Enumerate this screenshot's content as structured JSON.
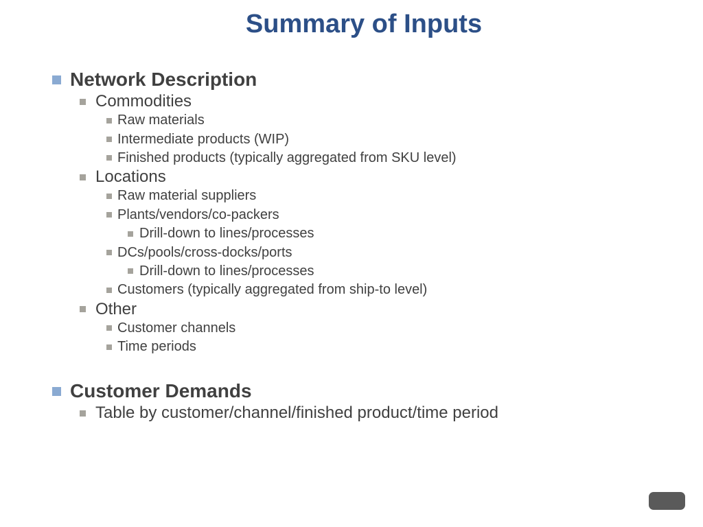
{
  "slide": {
    "title": "Summary of Inputs",
    "sections": [
      {
        "heading": "Network Description",
        "groups": [
          {
            "label": "Commodities",
            "items": [
              "Raw materials",
              "Intermediate products (WIP)",
              "Finished products (typically aggregated from SKU level)"
            ]
          },
          {
            "label": "Locations",
            "items": [
              "Raw material suppliers",
              "Plants/vendors/co-packers",
              "Drill-down to lines/processes",
              "DCs/pools/cross-docks/ports",
              "Drill-down to lines/processes",
              "Customers (typically aggregated from ship-to level)"
            ]
          },
          {
            "label": "Other",
            "items": [
              "Customer channels",
              "Time periods"
            ]
          }
        ]
      },
      {
        "heading": "Customer Demands",
        "groups": [
          {
            "label": "Table by customer/channel/finished product/time period"
          }
        ]
      }
    ]
  },
  "colors": {
    "title": "#2c4f87",
    "body_text": "#404040",
    "level1_bullet": "#8aaad2",
    "sub_bullet": "#a5a39c",
    "nav_button": "#5a5a5a"
  }
}
